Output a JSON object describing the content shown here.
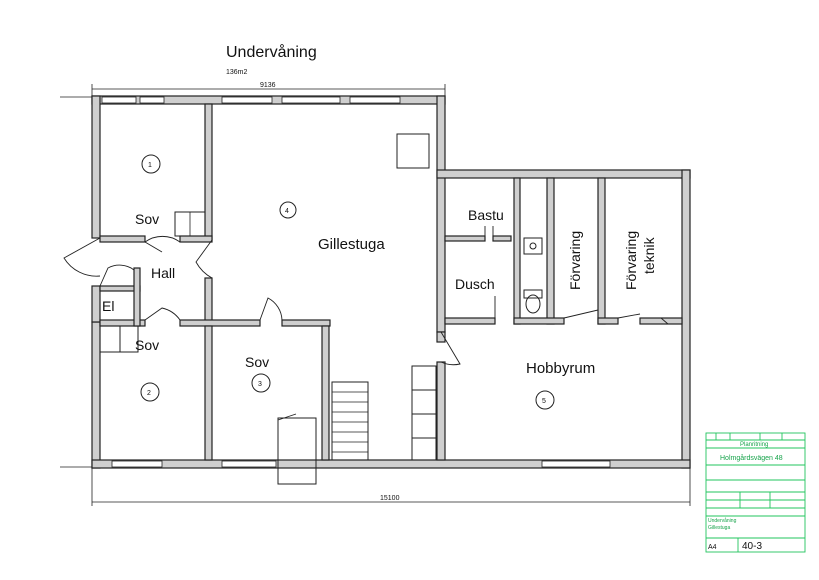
{
  "title": "Undervåning",
  "area": "136m2",
  "dimensions": {
    "top": "9136",
    "bottom": "15100"
  },
  "rooms": [
    {
      "name": "Sov",
      "number": "1"
    },
    {
      "name": "Hall"
    },
    {
      "name": "El"
    },
    {
      "name": "Sov",
      "number": "2"
    },
    {
      "name": "Gillestuga",
      "number": "4"
    },
    {
      "name": "Sov",
      "number": "3"
    },
    {
      "name": "Bastu"
    },
    {
      "name": "Dusch"
    },
    {
      "name": "Förvaring"
    },
    {
      "name": "Förvaring teknik",
      "lines": [
        "Förvaring",
        "teknik"
      ]
    },
    {
      "name": "Hobbyrum",
      "number": "5"
    }
  ],
  "title_block": {
    "heading": "Planritning",
    "address": "Holmgårdsvägen 48",
    "field_note": "Undervåning",
    "field_note2": "Gillestuga",
    "format": "A4",
    "drawing_number": "40-3"
  },
  "colors": {
    "walls": "#cfcfcf",
    "lines": "#222222",
    "title_block": "#22c55e"
  }
}
